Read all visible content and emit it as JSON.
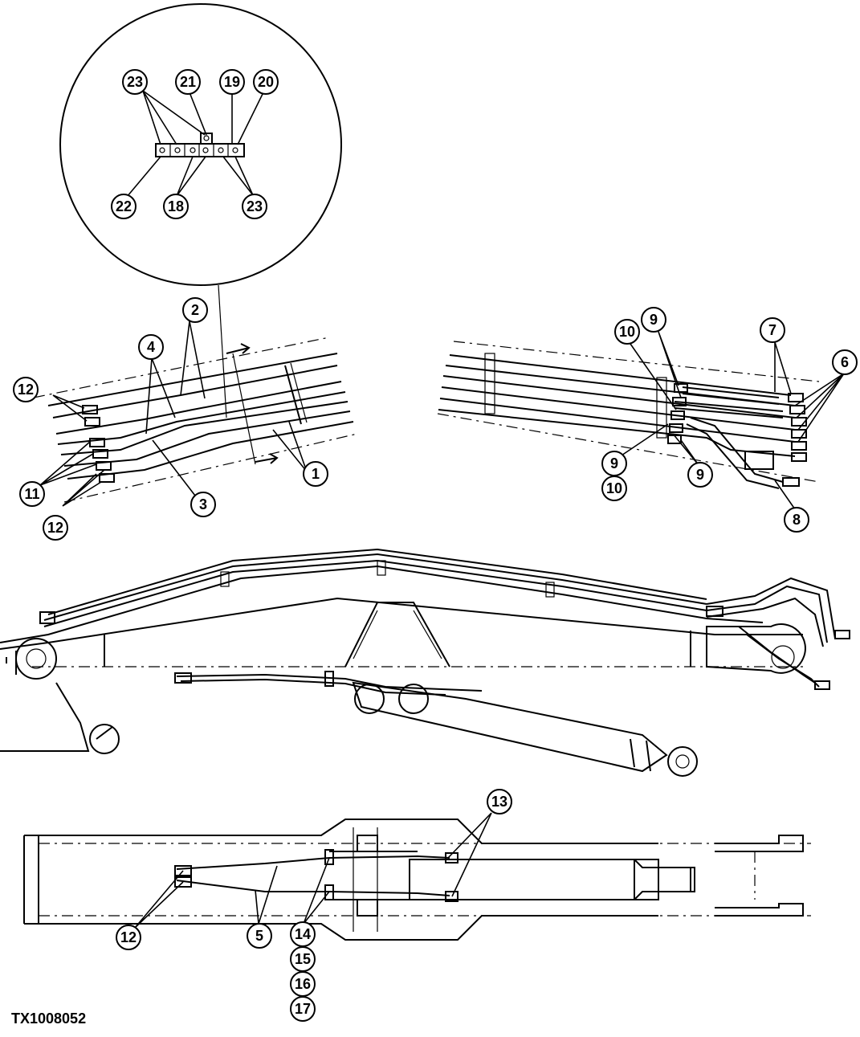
{
  "figure_id": "TX1008052",
  "callouts": {
    "detail": [
      "23",
      "21",
      "19",
      "20",
      "22",
      "18",
      "23"
    ],
    "left_view": [
      "2",
      "4",
      "12",
      "1",
      "3",
      "11",
      "12"
    ],
    "right_view": [
      "9",
      "10",
      "7",
      "6",
      "9",
      "10",
      "9",
      "8"
    ],
    "bottom_view": [
      "13",
      "12",
      "5",
      "14",
      "15",
      "16",
      "17"
    ]
  }
}
